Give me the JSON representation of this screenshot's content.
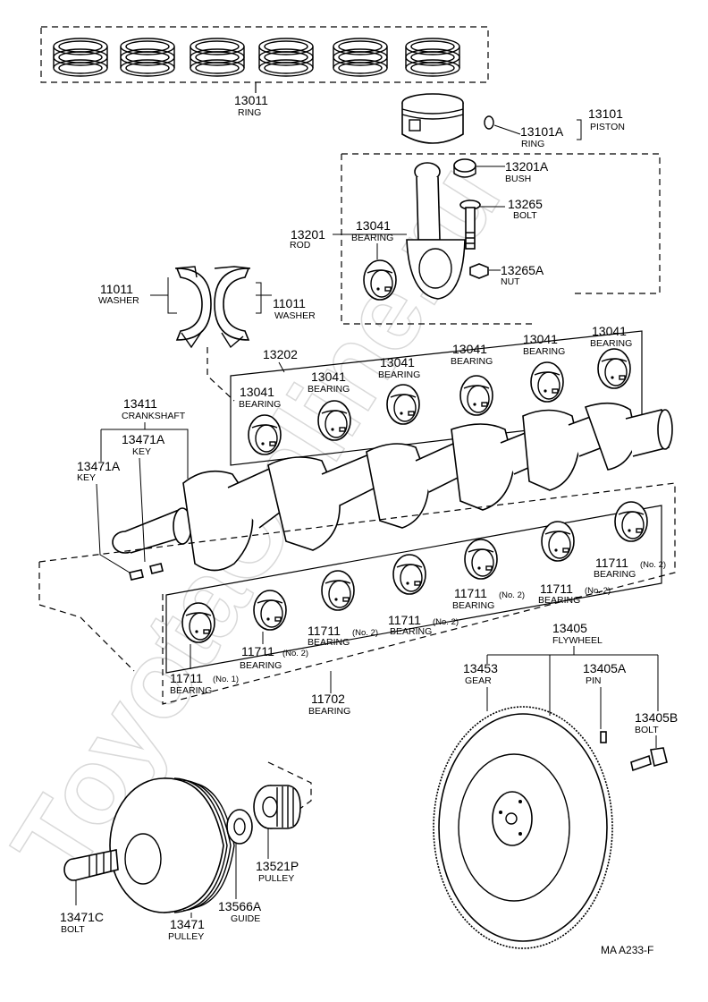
{
  "watermark": "ToyotaOnline.ru",
  "drawing_code": "MA  A233-F",
  "callouts": {
    "ring_set": {
      "part": "13011",
      "name": "RING"
    },
    "piston": {
      "part": "13101",
      "name": "PISTON"
    },
    "piston_ring": {
      "part": "13101A",
      "name": "RING"
    },
    "bush": {
      "part": "13201A",
      "name": "BUSH"
    },
    "rod_bolt": {
      "part": "13265",
      "name": "BOLT"
    },
    "rod": {
      "part": "13201",
      "name": "ROD"
    },
    "rod_bearing_upper": {
      "part": "13041",
      "name": "BEARING"
    },
    "rod_nut": {
      "part": "13265A",
      "name": "NUT"
    },
    "washer_left": {
      "part": "11011",
      "name": "WASHER"
    },
    "washer_right": {
      "part": "11011",
      "name": "WASHER"
    },
    "rod_bearing_set": {
      "part": "13202"
    },
    "rod_bearing_1": {
      "part": "13041",
      "name": "BEARING"
    },
    "rod_bearing_2": {
      "part": "13041",
      "name": "BEARING"
    },
    "rod_bearing_3": {
      "part": "13041",
      "name": "BEARING"
    },
    "rod_bearing_4": {
      "part": "13041",
      "name": "BEARING"
    },
    "rod_bearing_5": {
      "part": "13041",
      "name": "BEARING"
    },
    "rod_bearing_6": {
      "part": "13041",
      "name": "BEARING"
    },
    "crankshaft": {
      "part": "13411",
      "name": "CRANKSHAFT"
    },
    "key_upper": {
      "part": "13471A",
      "name": "KEY"
    },
    "key_lower": {
      "part": "13471A",
      "name": "KEY"
    },
    "main_bearing_no1": {
      "part": "11711",
      "suffix": "(No. 1)",
      "name": "BEARING"
    },
    "main_bearing_a": {
      "part": "11711",
      "suffix": "(No. 2)",
      "name": "BEARING"
    },
    "main_bearing_b": {
      "part": "11711",
      "suffix": "(No. 2)",
      "name": "BEARING"
    },
    "main_bearing_c": {
      "part": "11711",
      "suffix": "(No. 2)",
      "name": "BEARING"
    },
    "main_bearing_d": {
      "part": "11711",
      "suffix": "(No. 2)",
      "name": "BEARING"
    },
    "main_bearing_e": {
      "part": "11711",
      "suffix": "(No. 2)",
      "name": "BEARING"
    },
    "main_bearing_f": {
      "part": "11711",
      "suffix": "(No. 2)",
      "name": "BEARING"
    },
    "main_bearing_set": {
      "part": "11702",
      "name": "BEARING"
    },
    "flywheel": {
      "part": "13405",
      "name": "FLYWHEEL"
    },
    "gear": {
      "part": "13453",
      "name": "GEAR"
    },
    "pin": {
      "part": "13405A",
      "name": "PIN"
    },
    "flywheel_bolt": {
      "part": "13405B",
      "name": "BOLT"
    },
    "pulley_bolt": {
      "part": "13471C",
      "name": "BOLT"
    },
    "crank_pulley": {
      "part": "13471",
      "name": "PULLEY"
    },
    "guide": {
      "part": "13566A",
      "name": "GUIDE"
    },
    "timing_pulley": {
      "part": "13521P",
      "name": "PULLEY"
    }
  }
}
